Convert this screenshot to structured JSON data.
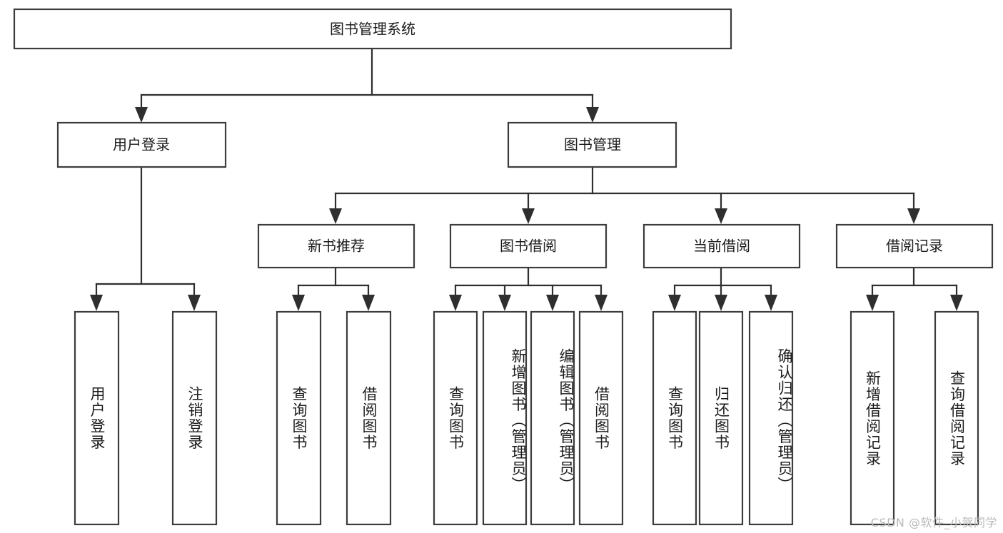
{
  "diagram": {
    "type": "tree",
    "title": "图书管理系统",
    "orientation": "top-down",
    "colors": {
      "box_stroke": "#3c3c3c",
      "box_fill": "#ffffff",
      "connector": "#2f2f2f",
      "text": "#1c1c1c",
      "watermark": "#b9b9b9"
    },
    "root": {
      "label": "图书管理系统"
    },
    "level2": [
      {
        "label": "用户登录"
      },
      {
        "label": "图书管理"
      }
    ],
    "level3": [
      {
        "label": "新书推荐"
      },
      {
        "label": "图书借阅"
      },
      {
        "label": "当前借阅"
      },
      {
        "label": "借阅记录"
      }
    ],
    "leaves": {
      "user_login": [
        {
          "label": "用户登录"
        },
        {
          "label": "注销登录"
        }
      ],
      "new_book_recommend": [
        {
          "label": "查询图书"
        },
        {
          "label": "借阅图书"
        }
      ],
      "book_borrow": [
        {
          "label": "查询图书"
        },
        {
          "label": "新增图书（管理员）"
        },
        {
          "label": "编辑图书（管理员）"
        },
        {
          "label": "借阅图书"
        }
      ],
      "current_borrow": [
        {
          "label": "查询图书"
        },
        {
          "label": "归还图书"
        },
        {
          "label": "确认归还（管理员）"
        }
      ],
      "borrow_record": [
        {
          "label": "新增借阅记录"
        },
        {
          "label": "查询借阅记录"
        }
      ]
    }
  },
  "watermark": {
    "text": "CSDN @软件_小贺同学"
  }
}
